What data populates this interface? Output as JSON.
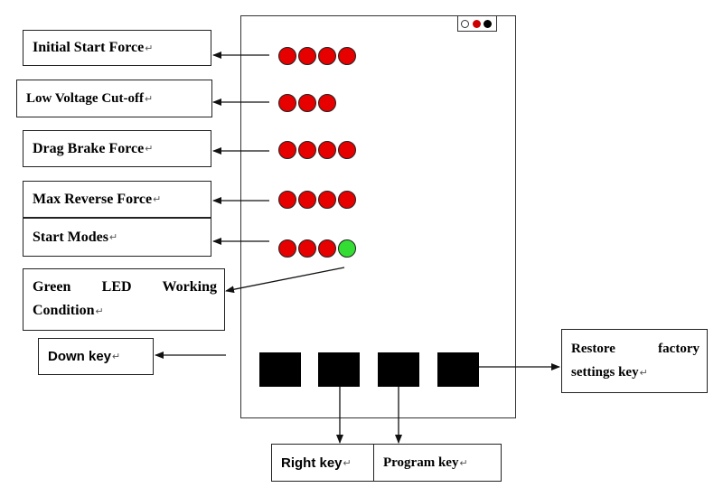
{
  "labels": {
    "initial_start_force": "Initial Start Force",
    "low_voltage_cutoff": "Low Voltage Cut-off",
    "drag_brake_force": "Drag Brake Force",
    "max_reverse_force": "Max Reverse Force",
    "start_modes": "Start Modes",
    "green_led_line1": "Green LED Working",
    "green_led_line2": "Condition",
    "down_key": "Down key",
    "restore_line1": "Restore factory",
    "restore_line2": "settings key",
    "right_key": "Right key",
    "program_key": "Program key"
  },
  "paragraph_mark": "↵",
  "led_rows": [
    {
      "name": "initial-start-force",
      "leds": [
        "red",
        "red",
        "red",
        "red"
      ]
    },
    {
      "name": "low-voltage-cutoff",
      "leds": [
        "red",
        "red",
        "red"
      ]
    },
    {
      "name": "drag-brake-force",
      "leds": [
        "red",
        "red",
        "red",
        "red"
      ]
    },
    {
      "name": "max-reverse-force",
      "leds": [
        "red",
        "red",
        "red",
        "red"
      ]
    },
    {
      "name": "start-modes",
      "leds": [
        "red",
        "red",
        "red",
        "green"
      ]
    }
  ],
  "colors": {
    "red_led": "#e60000",
    "green_led": "#33dd33",
    "port_dot_red": "#cc0000",
    "key": "#000000"
  }
}
